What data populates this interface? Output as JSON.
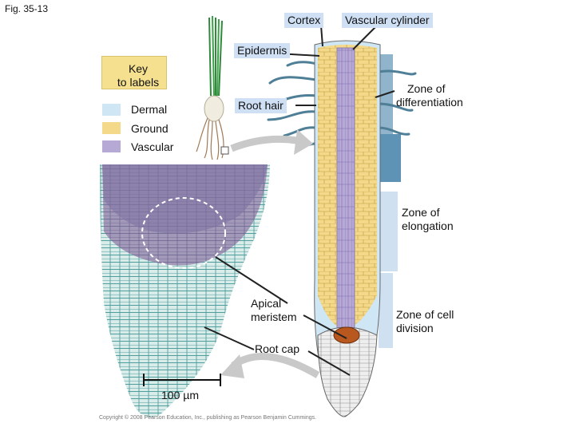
{
  "figure_label": "Fig. 35-13",
  "labels": {
    "cortex": "Cortex",
    "vascular_cylinder": "Vascular cylinder",
    "epidermis": "Epidermis",
    "root_hair": "Root hair",
    "zone_differentiation": [
      "Zone of",
      "differentiation"
    ],
    "zone_elongation": [
      "Zone of",
      "elongation"
    ],
    "zone_division": [
      "Zone of cell",
      "division"
    ],
    "apical_meristem": [
      "Apical",
      "meristem"
    ],
    "root_cap": "Root cap",
    "scale_bar": "100 µm"
  },
  "key": {
    "title": [
      "Key",
      "to labels"
    ],
    "items": [
      {
        "label": "Dermal",
        "color": "#cfe6f5"
      },
      {
        "label": "Ground",
        "color": "#f4d98a"
      },
      {
        "label": "Vascular",
        "color": "#b7a9d6"
      }
    ]
  },
  "copyright": "Copyright © 2008 Pearson Education, Inc., publishing as Pearson Benjamin Cummings.",
  "colors": {
    "label_bg": "#cfe0f5",
    "ground": "#f4d98a",
    "vascular": "#b7a9d6",
    "dermal": "#cfe6f5",
    "micrograph_purple": "#8d7ea8",
    "micrograph_teal": "#5aa7a7",
    "apical_orange": "#b8581e",
    "arrow_gray": "#c9c9c9"
  }
}
